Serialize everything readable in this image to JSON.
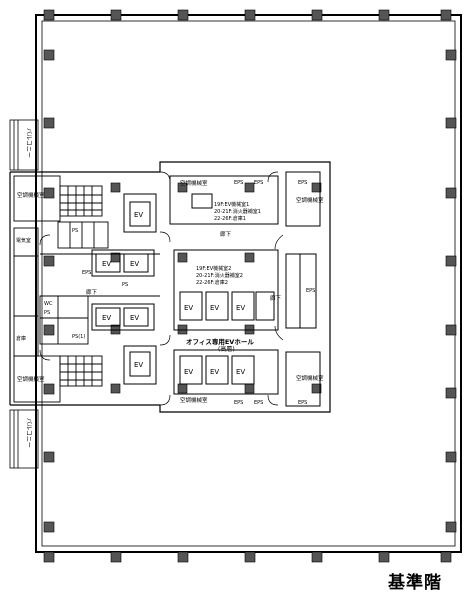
{
  "floor": {
    "title": "基準階"
  },
  "labels": {
    "balcony": "バルコニー",
    "ac_room": "空調機械室",
    "eps": "EPS",
    "ps": "PS",
    "ev": "EV",
    "corridor": "廊下",
    "office_hall": "オフィス専用EVホール",
    "office_hall_sub": "(高層)",
    "shaft1_a": "19F:EV機械室1",
    "shaft1_b": "20-21F:消火器補室1",
    "shaft1_c": "22-26F:倉庫1",
    "shaft2_a": "19F:EV機械室2",
    "shaft2_b": "20-21F:消火器補室2",
    "shaft2_c": "22-26F:倉庫2",
    "toilet": "WC",
    "storage": "倉庫",
    "elec_room": "電気室",
    "shaft_room": "PS(1)"
  }
}
